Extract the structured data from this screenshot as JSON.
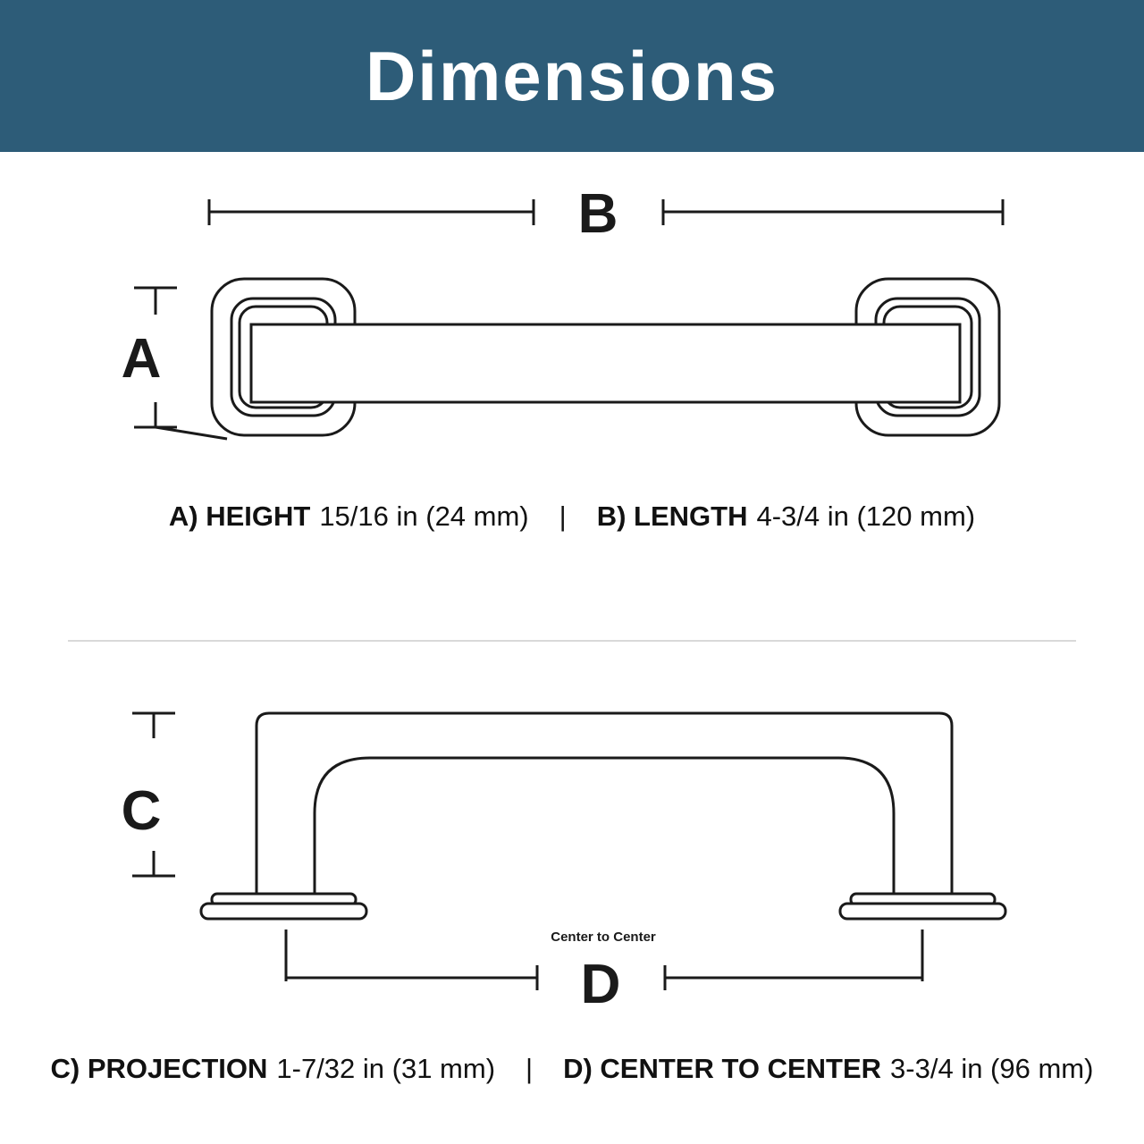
{
  "header": {
    "title": "Dimensions"
  },
  "colors": {
    "header_bg": "#2d5c78",
    "title_text": "#ffffff",
    "line": "#1a1a1a",
    "divider": "#d9d9d9"
  },
  "top": {
    "dim_a_label": "A",
    "dim_b_label": "B",
    "caption": {
      "a_label": "A) HEIGHT",
      "a_value": "15/16 in (24 mm)",
      "sep": "|",
      "b_label": "B) LENGTH",
      "b_value": "4-3/4 in (120 mm)"
    }
  },
  "bottom": {
    "dim_c_label": "C",
    "dim_d_label": "D",
    "center_note": "Center to Center",
    "caption": {
      "c_label": "C) PROJECTION",
      "c_value": "1-7/32 in (31 mm)",
      "sep": "|",
      "d_label": "D) CENTER TO CENTER",
      "d_value": "3-3/4 in (96 mm)"
    }
  }
}
